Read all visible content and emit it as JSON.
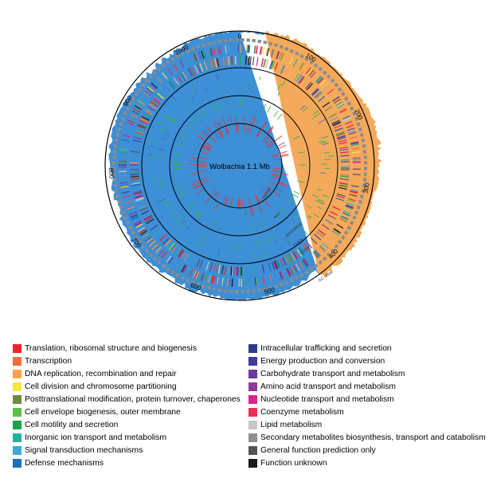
{
  "center_label": "Wolbachia  1.1 Mb",
  "ticks": [
    {
      "label": "0",
      "pos": 0
    },
    {
      "label": "100",
      "pos": 100
    },
    {
      "label": "200",
      "pos": 200
    },
    {
      "label": "300",
      "pos": 300
    },
    {
      "label": "400",
      "pos": 400
    },
    {
      "label": "500",
      "pos": 500
    },
    {
      "label": "600",
      "pos": 600
    },
    {
      "label": "700",
      "pos": 700
    },
    {
      "label": "800",
      "pos": 800
    },
    {
      "label": "900",
      "pos": 900
    },
    {
      "label": "1000",
      "pos": 1000
    }
  ],
  "genome_length_kb": 1080,
  "track_labels": {
    "gc_skew": "GC skew",
    "cogs_plus": "COGs",
    "cogs_minus": "COGs",
    "trna": "rRNA/tRNA",
    "rearrangement": "rearr.",
    "repeats": "repeats"
  },
  "colors": {
    "gc_positive": "#f4a95b",
    "gc_negative": "#3d8fd6",
    "ring_line": "#000000",
    "backbone": "#8c8c8c",
    "green_marks": "#38b449",
    "red_marks": "#e23a3a",
    "blue_marks": "#3c6fc2"
  },
  "legend": {
    "left": [
      {
        "label": "Translation, ribosomal structure and biogenesis",
        "color": "#e8262a"
      },
      {
        "label": "Transcription",
        "color": "#f26b3a"
      },
      {
        "label": "DNA replication, recombination and repair",
        "color": "#f7a24c"
      },
      {
        "label": "Cell division and chromosome partitioning",
        "color": "#f5e73d"
      },
      {
        "label": "Posttranslational modification, protein turnover, chaperones",
        "color": "#6b8c3a"
      },
      {
        "label": "Cell envelope biogenesis, outer membrane",
        "color": "#5fbf4a"
      },
      {
        "label": "Cell motility and secretion",
        "color": "#1aa34a"
      },
      {
        "label": "Inorganic ion transport and metabolism",
        "color": "#1fb39c"
      },
      {
        "label": "Signal transduction mechanisms",
        "color": "#3fa9d8"
      },
      {
        "label": "Defense mechanisms",
        "color": "#1a6fb7"
      }
    ],
    "right": [
      {
        "label": "Intracellular trafficking and secretion",
        "color": "#2d3a8c"
      },
      {
        "label": "Energy production and conversion",
        "color": "#3b3d98"
      },
      {
        "label": "Carbohydrate transport and metabolism",
        "color": "#6a3b98"
      },
      {
        "label": "Amino acid transport and metabolism",
        "color": "#8e3b97"
      },
      {
        "label": "Nucleotide transport and metabolism",
        "color": "#d5278a"
      },
      {
        "label": "Coenzyme metabolism",
        "color": "#e8305b"
      },
      {
        "label": "Lipid metabolism",
        "color": "#c7c7c7"
      },
      {
        "label": "Secondary metabolites biosynthesis, transport and catabolism",
        "color": "#8f8f8f"
      },
      {
        "label": "General function prediction only",
        "color": "#555555"
      },
      {
        "label": "Function unknown",
        "color": "#1a1a1a"
      }
    ]
  }
}
